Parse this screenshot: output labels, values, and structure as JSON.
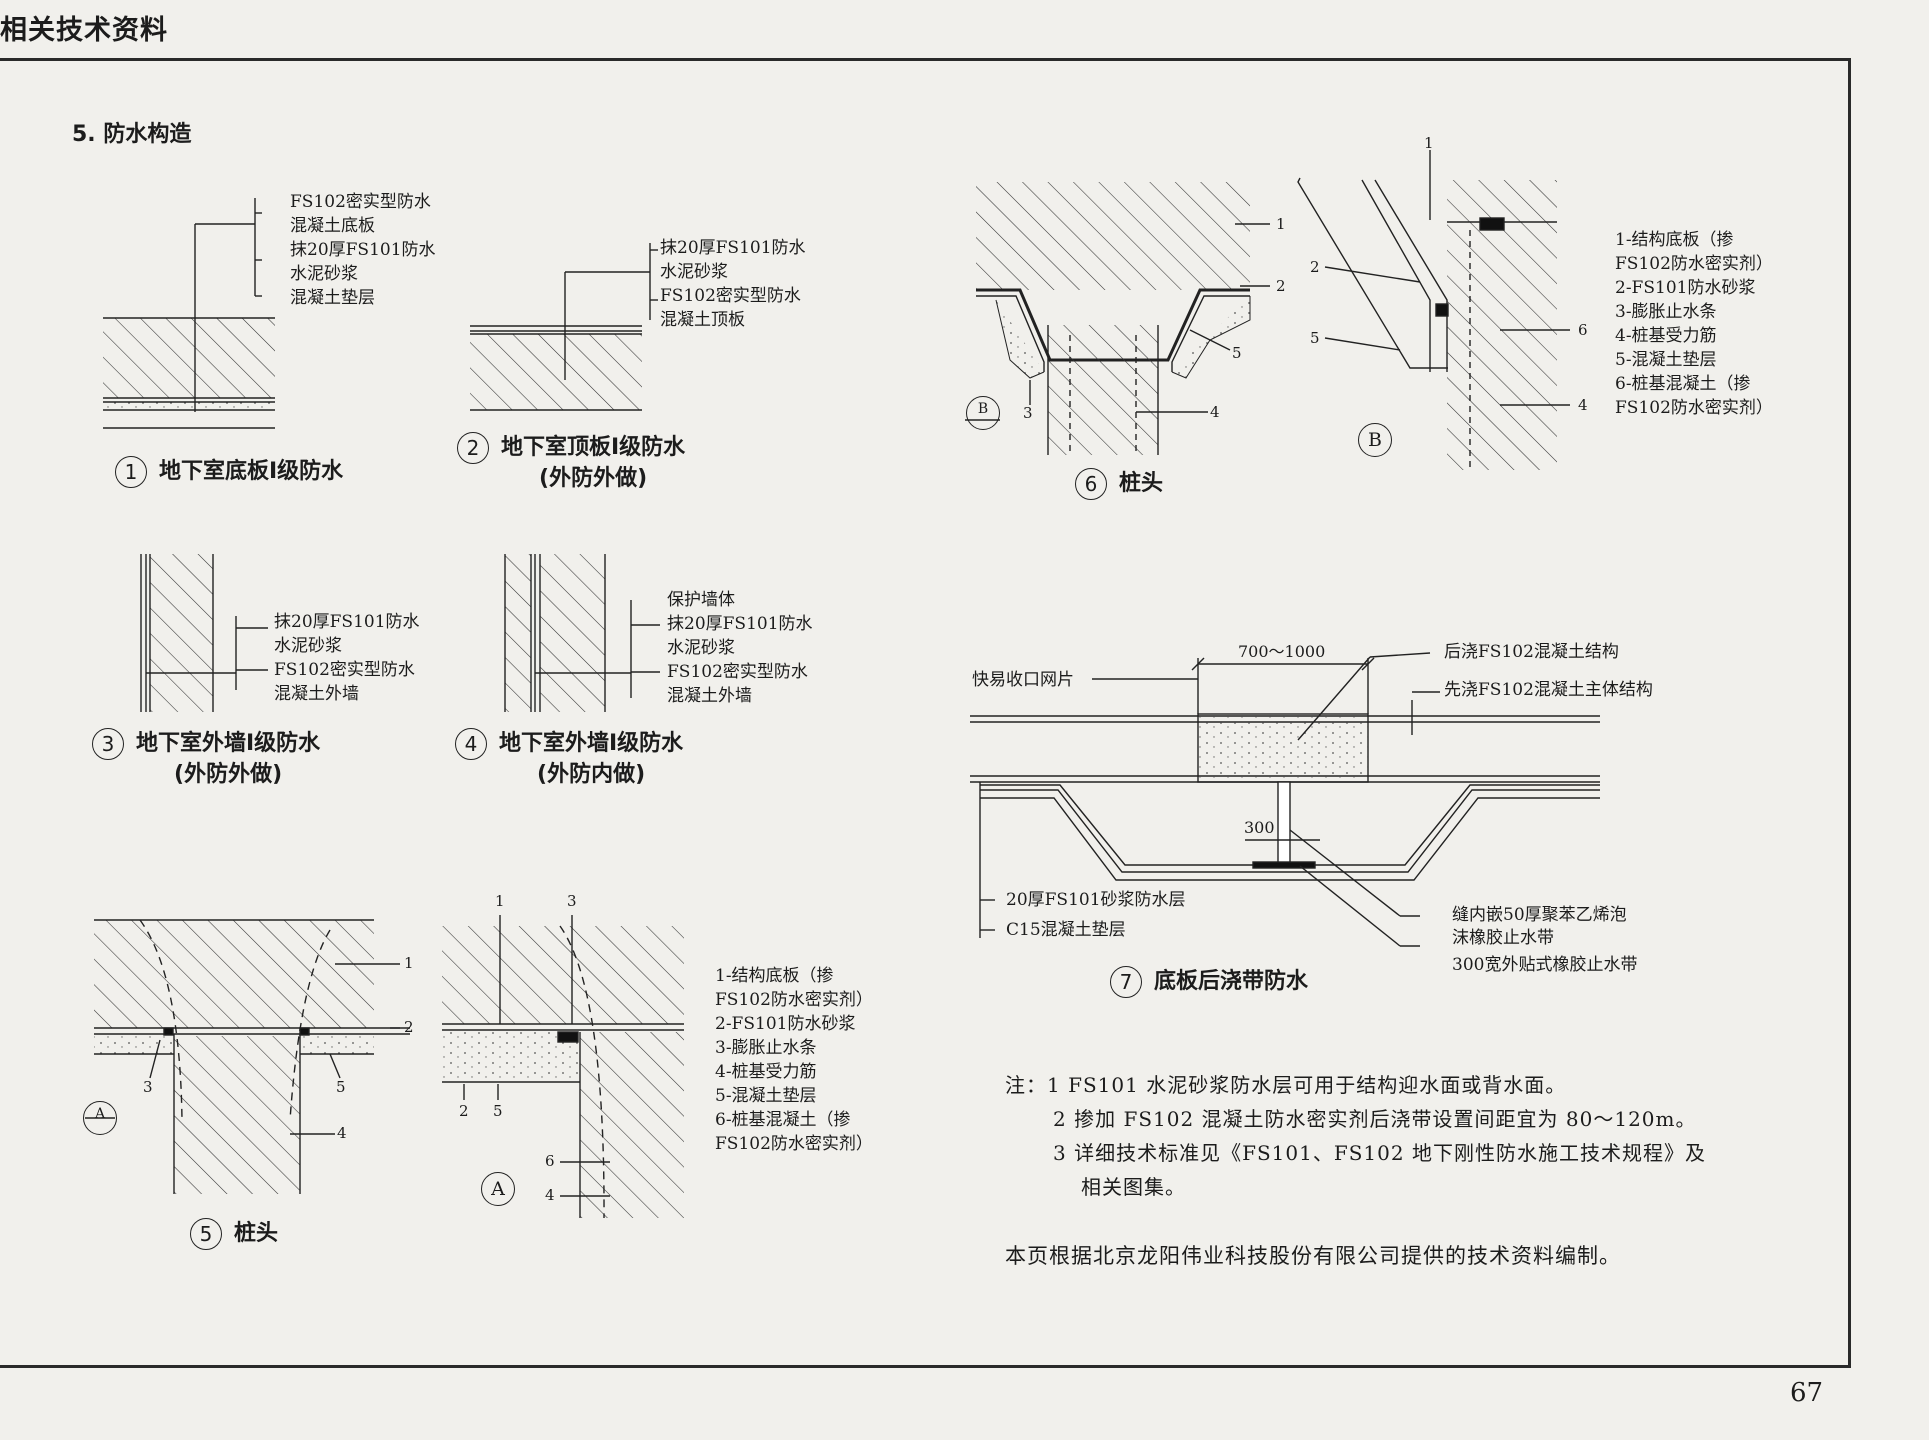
{
  "header": "相关技术资料",
  "page_number": "67",
  "section_title": "5. 防水构造",
  "d1": {
    "labels": [
      "FS102密实型防水",
      "混凝土底板",
      "抹20厚FS101防水",
      "水泥砂浆",
      "混凝土垫层"
    ],
    "num": "①",
    "title": "地下室底板I级防水"
  },
  "d2": {
    "labels": [
      "抹20厚FS101防水",
      "水泥砂浆",
      "FS102密实型防水",
      "混凝土顶板"
    ],
    "num": "②",
    "title": "地下室顶板I级防水",
    "sub": "(外防外做)"
  },
  "d3": {
    "labels": [
      "抹20厚FS101防水",
      "水泥砂浆",
      "FS102密实型防水",
      "混凝土外墙"
    ],
    "num": "③",
    "title": "地下室外墙I级防水",
    "sub": "(外防外做)"
  },
  "d4": {
    "labels": [
      "保护墙体",
      "抹20厚FS101防水",
      "水泥砂浆",
      "FS102密实型防水",
      "混凝土外墙"
    ],
    "num": "④",
    "title": "地下室外墙I级防水",
    "sub": "(外防内做)"
  },
  "d5": {
    "num": "⑤",
    "title": "桩头",
    "callouts": [
      "1",
      "2",
      "3",
      "4",
      "5"
    ],
    "section_mark": "A"
  },
  "dA": {
    "callouts": [
      "1",
      "3",
      "2",
      "5",
      "6",
      "4"
    ],
    "mark": "A"
  },
  "legendA": [
    "1-结构底板（掺",
    "FS102防水密实剂）",
    "2-FS101防水砂浆",
    "3-膨胀止水条",
    "4-桩基受力筋",
    "5-混凝土垫层",
    "6-桩基混凝土（掺",
    "FS102防水密实剂）"
  ],
  "d6": {
    "num": "⑥",
    "title": "桩头",
    "callouts": [
      "1",
      "2",
      "5",
      "3",
      "4"
    ],
    "section_mark": "B"
  },
  "dB": {
    "callouts": [
      "1",
      "2",
      "5",
      "6",
      "4"
    ],
    "mark": "B"
  },
  "legendB": [
    "1-结构底板（掺",
    "FS102防水密实剂）",
    "2-FS101防水砂浆",
    "3-膨胀止水条",
    "4-桩基受力筋",
    "5-混凝土垫层",
    "6-桩基混凝土（掺",
    "FS102防水密实剂）"
  ],
  "d7": {
    "num": "⑦",
    "title": "底板后浇带防水",
    "dim_width": "700～1000",
    "dim_300": "300",
    "label_mesh": "快易收口网片",
    "label_post": "后浇FS102混凝土结构",
    "label_pre": "先浇FS102混凝土主体结构",
    "label_mortar": "20厚FS101砂浆防水层",
    "label_c15": "C15混凝土垫层",
    "label_foam1": "缝内嵌50厚聚苯乙烯泡",
    "label_foam2": "沫橡胶止水带",
    "label_strip": "300宽外贴式橡胶止水带"
  },
  "notes": {
    "head": "注：",
    "items": [
      "1 FS101 水泥砂浆防水层可用于结构迎水面或背水面。",
      "2 掺加 FS102 混凝土防水密实剂后浇带设置间距宜为 80～120m。",
      "3 详细技术标准见《FS101、FS102 地下刚性防水施工技术规程》及",
      "相关图集。"
    ]
  },
  "footer": "本页根据北京龙阳伟业科技股份有限公司提供的技术资料编制。",
  "colors": {
    "ink": "#1c1c1c",
    "paper": "#f1f0ec"
  }
}
